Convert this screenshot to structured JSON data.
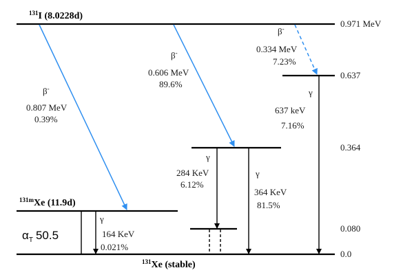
{
  "isotopes": {
    "parent": {
      "mass": "131",
      "label": "I (8.0228d)"
    },
    "meta": {
      "mass": "131m",
      "label": "Xe (11.9d)"
    },
    "ground": {
      "mass": "131",
      "label": "Xe (stable)"
    }
  },
  "levels": [
    {
      "energy": 0.971,
      "label": "0.971 MeV"
    },
    {
      "energy": 0.637,
      "label": "0.637"
    },
    {
      "energy": 0.364,
      "label": "0.364"
    },
    {
      "energy": 0.08,
      "label": "0.080"
    },
    {
      "energy": 0.0,
      "label": "0.0"
    }
  ],
  "beta_decays": [
    {
      "symbol": "β",
      "charge": "-",
      "energy": "0.807 MeV",
      "intensity": "0.39%"
    },
    {
      "symbol": "β",
      "charge": "-",
      "energy": "0.606 MeV",
      "intensity": "89.6%"
    },
    {
      "symbol": "β",
      "charge": "-",
      "energy": "0.334 MeV",
      "intensity": "7.23%"
    }
  ],
  "gamma_transitions": [
    {
      "symbol": "γ",
      "energy": "164 KeV",
      "intensity": "0.021%"
    },
    {
      "symbol": "γ",
      "energy": "284 KeV",
      "intensity": "6.12%"
    },
    {
      "symbol": "γ",
      "energy": "364 KeV",
      "intensity": "81.5%"
    },
    {
      "symbol": "γ",
      "energy": "637 keV",
      "intensity": "7.16%"
    }
  ],
  "conversion": {
    "symbol": "α",
    "subscript": "T",
    "value": "50.5"
  },
  "colors": {
    "beta_arrow": "#2f8ff0",
    "levels": "#000000"
  }
}
